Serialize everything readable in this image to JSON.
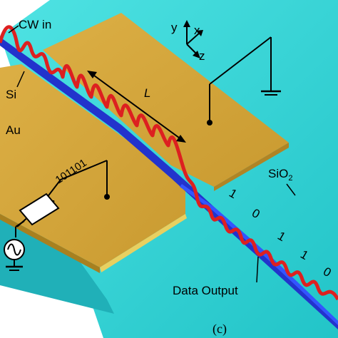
{
  "labels": {
    "cw_in": "CW in",
    "si": "Si",
    "au": "Au",
    "input_bits": "101101",
    "length": "L",
    "sio2_base": "SiO",
    "sio2_sub": "2",
    "data_output": "Data Output",
    "caption": "(c)"
  },
  "axes": {
    "x": "x",
    "y": "y",
    "z": "z"
  },
  "output_bits": [
    "1",
    "0",
    "1",
    "1",
    "0"
  ],
  "colors": {
    "substrate": "#33d6d6",
    "gold_top": "#d4a63a",
    "gold_side": "#b88a26",
    "silicon": "#2233cc",
    "wave": "#dd2020"
  }
}
